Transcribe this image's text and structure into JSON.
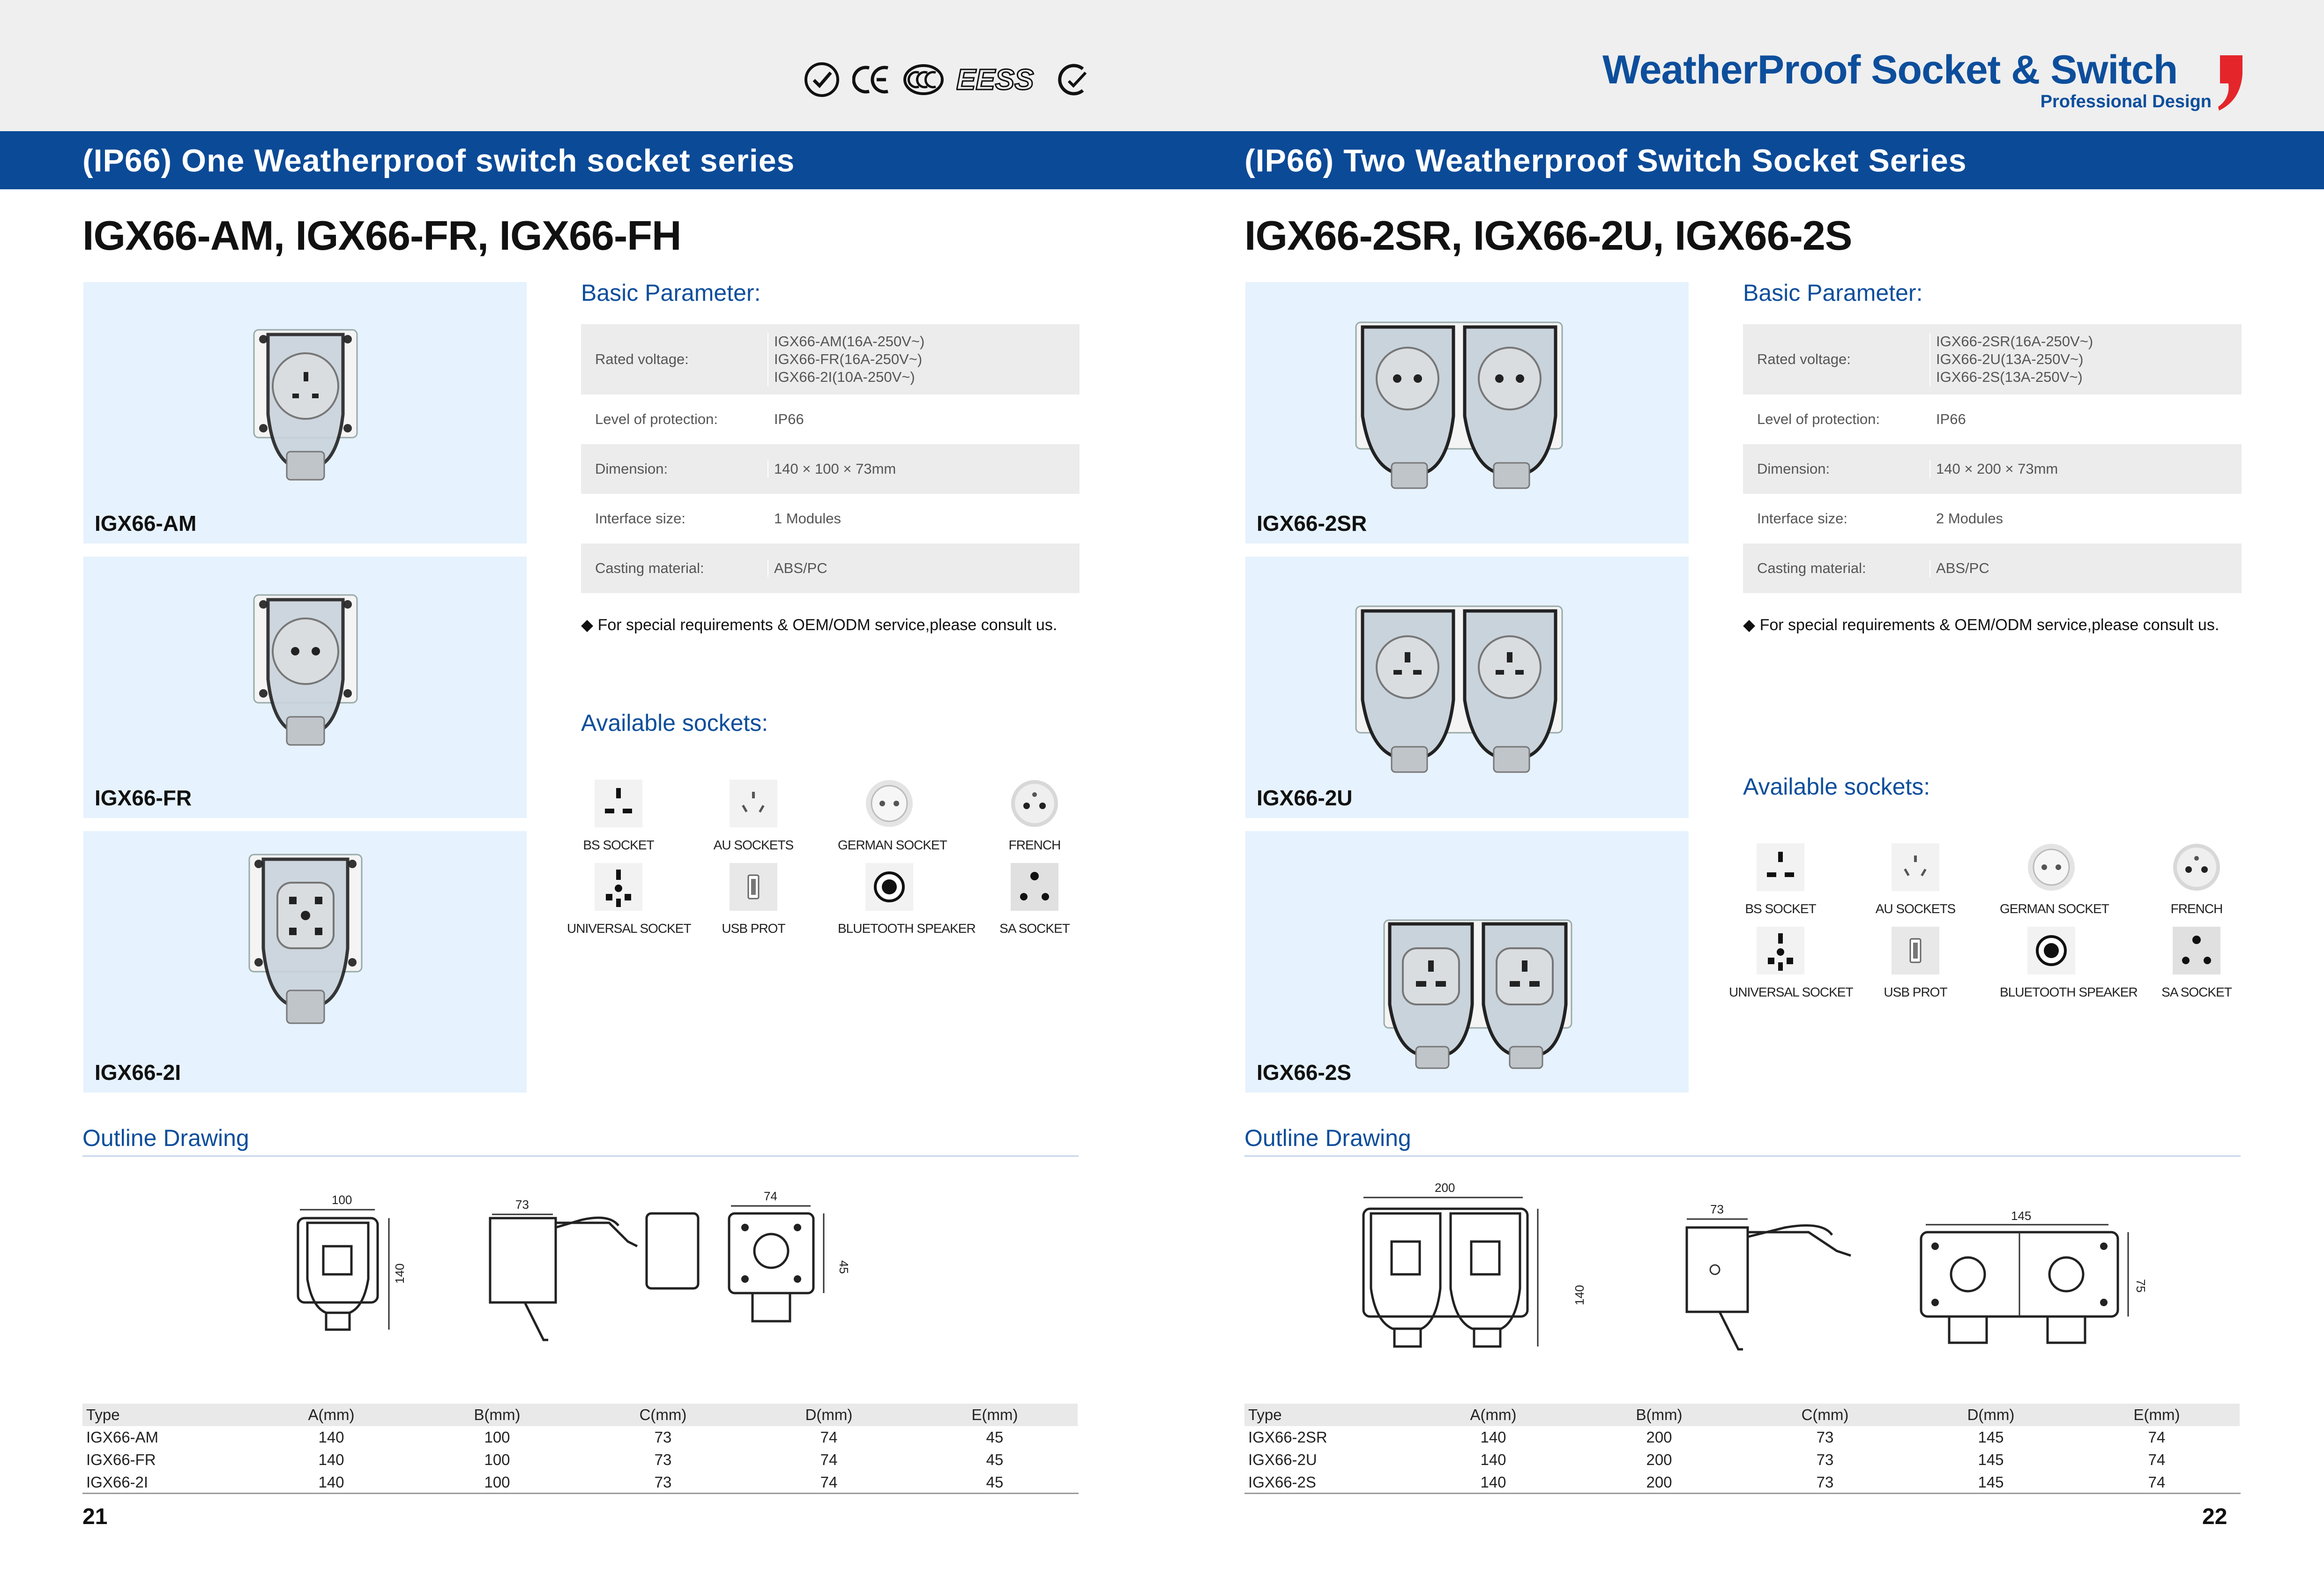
{
  "brand": {
    "title": "WeatherProof Socket & Switch",
    "subtitle": "Professional Design"
  },
  "certifications": [
    "ccc-mark-icon",
    "ce-mark-icon",
    "ccc-logo-icon",
    "EESS",
    "regulatory-c-tick-icon"
  ],
  "colors": {
    "band": "#0b4a97",
    "brand": "#0d4e9c",
    "photo_bg": "#e6f2fd"
  },
  "left": {
    "band_title": "(IP66) One Weatherproof switch socket series",
    "series_title": "IGX66-AM, IGX66-FR, IGX66-FH",
    "products": [
      {
        "name": "IGX66-AM"
      },
      {
        "name": "IGX66-FR"
      },
      {
        "name": "IGX66-2I"
      }
    ],
    "basic_parameter_heading": "Basic Parameter:",
    "parameters": [
      {
        "label": "Rated voltage:",
        "lines": [
          "IGX66-AM(16A-250V~)",
          "IGX66-FR(16A-250V~)",
          "IGX66-2I(10A-250V~)"
        ]
      },
      {
        "label": "Level of protection:",
        "value": "IP66"
      },
      {
        "label": "Dimension:",
        "value": "140 × 100 × 73mm"
      },
      {
        "label": "Interface size:",
        "value": "1 Modules"
      },
      {
        "label": "Casting material:",
        "value": "ABS/PC"
      }
    ],
    "note": "◆ For special requirements & OEM/ODM service,please consult us.",
    "available_heading": "Available sockets:",
    "sockets": [
      "BS SOCKET",
      "AU SOCKETS",
      "GERMAN SOCKET",
      "FRENCH",
      "UNIVERSAL SOCKET",
      "USB PROT",
      "BLUETOOTH SPEAKER",
      "SA SOCKET"
    ],
    "outline_heading": "Outline Drawing",
    "drawing_dims": {
      "width": "100",
      "height": "140",
      "depth": "73",
      "rear_width": "74",
      "rear_height": "45"
    },
    "table": {
      "headers": [
        "Type",
        "A(mm)",
        "B(mm)",
        "C(mm)",
        "D(mm)",
        "E(mm)"
      ],
      "rows": [
        [
          "IGX66-AM",
          "140",
          "100",
          "73",
          "74",
          "45"
        ],
        [
          "IGX66-FR",
          "140",
          "100",
          "73",
          "74",
          "45"
        ],
        [
          "IGX66-2I",
          "140",
          "100",
          "73",
          "74",
          "45"
        ]
      ]
    },
    "page_number": "21"
  },
  "right": {
    "band_title": "(IP66) Two Weatherproof Switch Socket Series",
    "series_title": "IGX66-2SR, IGX66-2U, IGX66-2S",
    "products": [
      {
        "name": "IGX66-2SR"
      },
      {
        "name": "IGX66-2U"
      },
      {
        "name": "IGX66-2S"
      }
    ],
    "basic_parameter_heading": "Basic Parameter:",
    "parameters": [
      {
        "label": "Rated voltage:",
        "lines": [
          "IGX66-2SR(16A-250V~)",
          "IGX66-2U(13A-250V~)",
          "IGX66-2S(13A-250V~)"
        ]
      },
      {
        "label": "Level of protection:",
        "value": "IP66"
      },
      {
        "label": "Dimension:",
        "value": "140 × 200 × 73mm"
      },
      {
        "label": "Interface size:",
        "value": "2 Modules"
      },
      {
        "label": "Casting material:",
        "value": "ABS/PC"
      }
    ],
    "note": "◆ For special requirements & OEM/ODM service,please consult us.",
    "available_heading": "Available sockets:",
    "sockets": [
      "BS SOCKET",
      "AU SOCKETS",
      "GERMAN SOCKET",
      "FRENCH",
      "UNIVERSAL SOCKET",
      "USB PROT",
      "BLUETOOTH SPEAKER",
      "SA SOCKET"
    ],
    "outline_heading": "Outline Drawing",
    "drawing_dims": {
      "width": "200",
      "height": "140",
      "depth": "73",
      "rear_width": "145",
      "rear_height": "75"
    },
    "table": {
      "headers": [
        "Type",
        "A(mm)",
        "B(mm)",
        "C(mm)",
        "D(mm)",
        "E(mm)"
      ],
      "rows": [
        [
          "IGX66-2SR",
          "140",
          "200",
          "73",
          "145",
          "74"
        ],
        [
          "IGX66-2U",
          "140",
          "200",
          "73",
          "145",
          "74"
        ],
        [
          "IGX66-2S",
          "140",
          "200",
          "73",
          "145",
          "74"
        ]
      ]
    },
    "page_number": "22"
  }
}
